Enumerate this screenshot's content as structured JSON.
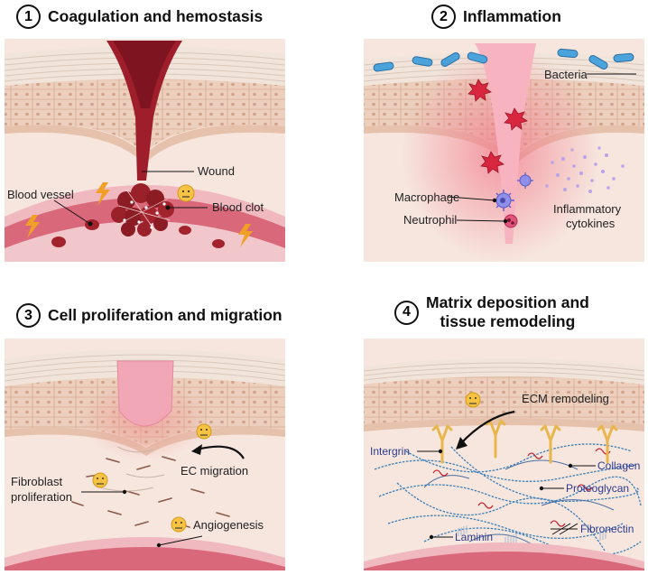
{
  "panels": [
    {
      "num": "1",
      "title": "Coagulation and hemostasis",
      "labels": {
        "wound": "Wound",
        "blood_vessel": "Blood vessel",
        "blood_clot": "Blood clot"
      }
    },
    {
      "num": "2",
      "title": "Inflammation",
      "labels": {
        "bacteria": "Bacteria",
        "macrophage": "Macrophage",
        "neutrophil": "Neutrophil",
        "cytokines_1": "Inflammatory",
        "cytokines_2": "cytokines"
      }
    },
    {
      "num": "3",
      "title": "Cell proliferation and migration",
      "labels": {
        "ec_migration": "EC migration",
        "fibroblast_1": "Fibroblast",
        "fibroblast_2": "proliferation",
        "angiogenesis": "Angiogenesis"
      }
    },
    {
      "num": "4",
      "title_1": "Matrix deposition and",
      "title_2": "tissue remodeling",
      "labels": {
        "ecm": "ECM remodeling",
        "intergrin": "Intergrin",
        "collagen": "Collagen",
        "proteoglycan": "Proteoglycan",
        "fibronectin": "Fibronectin",
        "laminin": "Laminin"
      }
    }
  ],
  "colors": {
    "skin_top": "#efe2d8",
    "skin_cells": "#e9cdbb",
    "dermis": "#f6e6de",
    "vessel": "#d9697a",
    "vessel_dark": "#c2455a",
    "blood": "#8c1c24",
    "bacteria": "#4ba3db",
    "collagen_fiber": "#3d7fb8",
    "integrin": "#e9b64b",
    "label_blue": "#2b3b8f",
    "lightning": "#f0a027"
  },
  "icons": [
    "emoji-worried-icon",
    "lightning-icon",
    "bacteria-icon",
    "macrophage-icon",
    "neutrophil-icon",
    "integrin-icon"
  ]
}
